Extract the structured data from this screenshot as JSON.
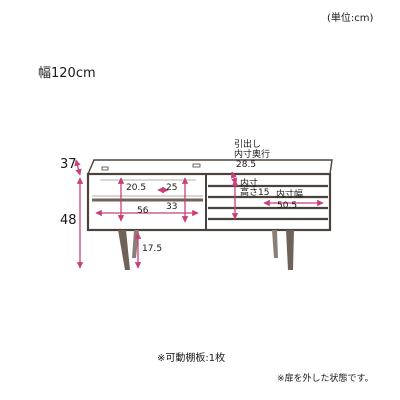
{
  "unit_note": "(単位:cm)",
  "width_label": "幅120cm",
  "depth": "37",
  "height": "48",
  "leg_height": "17.5",
  "left_compartment": {
    "height_a": "20.5",
    "height_b": "25",
    "width_a": "56",
    "width_b": "33"
  },
  "drawer": {
    "depth_label_line1": "引出し",
    "depth_label_line2": "内寸奥行",
    "depth_value": "28.5",
    "height_label_line1": "内寸",
    "height_label_line2": "高さ15",
    "width_label": "内寸幅",
    "width_value": "50.5"
  },
  "shelf_note": "※可動棚板:1枚",
  "door_note": "※扉を外した状態です。",
  "colors": {
    "body": "#6e6259",
    "body_dark": "#4b423c",
    "arrow": "#c8407a",
    "line": "#333333"
  }
}
